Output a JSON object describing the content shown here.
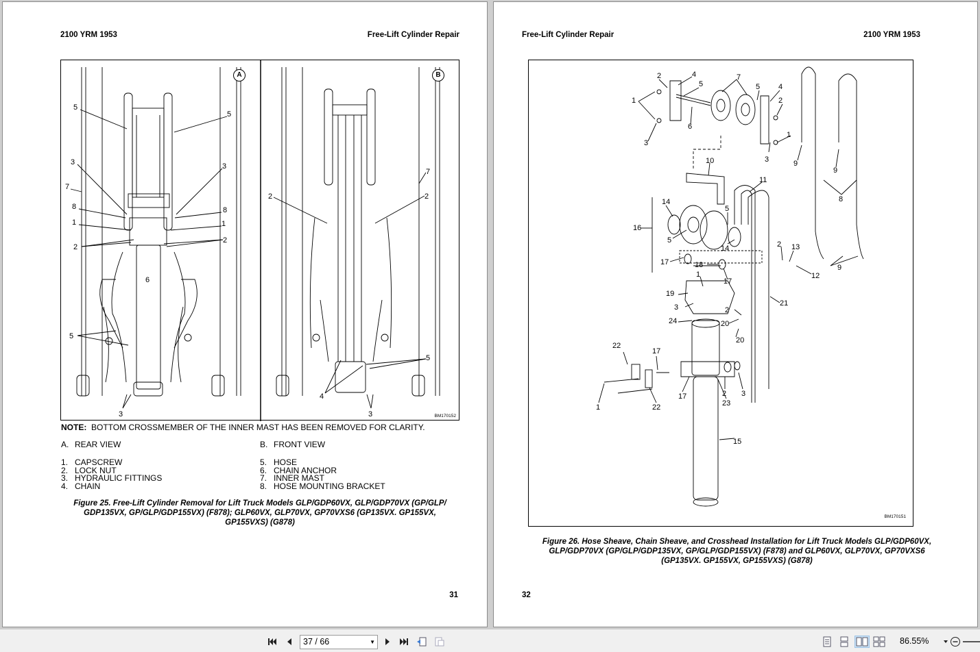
{
  "left_page": {
    "header_left": "2100 YRM 1953",
    "header_right": "Free-Lift Cylinder Repair",
    "figure": {
      "view_a_callout": "A",
      "view_b_callout": "B",
      "code": "BM170152",
      "view_a_labels": [
        "5",
        "5",
        "3",
        "3",
        "7",
        "8",
        "8",
        "1",
        "1",
        "2",
        "2",
        "6",
        "5",
        "3"
      ],
      "view_b_labels": [
        "7",
        "2",
        "2",
        "5",
        "4",
        "3"
      ]
    },
    "note_label": "NOTE:",
    "note_text": "BOTTOM CROSSMEMBER OF THE INNER MAST HAS BEEN REMOVED FOR CLARITY.",
    "view_a": {
      "num": "A.",
      "text": "REAR VIEW"
    },
    "view_b": {
      "num": "B.",
      "text": "FRONT VIEW"
    },
    "legend_col1": [
      {
        "num": "1.",
        "text": "CAPSCREW"
      },
      {
        "num": "2.",
        "text": "LOCK NUT"
      },
      {
        "num": "3.",
        "text": "HYDRAULIC FITTINGS"
      },
      {
        "num": "4.",
        "text": "CHAIN"
      }
    ],
    "legend_col2": [
      {
        "num": "5.",
        "text": "HOSE"
      },
      {
        "num": "6.",
        "text": "CHAIN ANCHOR"
      },
      {
        "num": "7.",
        "text": "INNER MAST"
      },
      {
        "num": "8.",
        "text": "HOSE MOUNTING BRACKET"
      }
    ],
    "caption_line1": "Figure 25. Free-Lift Cylinder Removal for Lift Truck Models GLP/GDP60VX, GLP/GDP70VX (GP/GLP/",
    "caption_line2": "GDP135VX, GP/GLP/GDP155VX) (F878); GLP60VX, GLP70VX, GP70VXS6 (GP135VX. GP155VX,",
    "caption_line3": "GP155VXS) (G878)",
    "page_number": "31"
  },
  "right_page": {
    "header_left": "Free-Lift Cylinder Repair",
    "header_right": "2100 YRM 1953",
    "figure": {
      "code": "BM170151",
      "labels": [
        "2",
        "4",
        "7",
        "5",
        "5",
        "4",
        "1",
        "2",
        "6",
        "1",
        "3",
        "3",
        "9",
        "9",
        "8",
        "10",
        "11",
        "14",
        "5",
        "16",
        "5",
        "14",
        "2",
        "13",
        "17",
        "18",
        "17",
        "12",
        "9",
        "1",
        "19",
        "3",
        "21",
        "2",
        "20",
        "24",
        "20",
        "22",
        "17",
        "2",
        "3",
        "1",
        "22",
        "17",
        "23",
        "15"
      ]
    },
    "caption_line1": "Figure 26. Hose Sheave, Chain Sheave, and Crosshead Installation for Lift Truck Models GLP/GDP60VX,",
    "caption_line2": "GLP/GDP70VX (GP/GLP/GDP135VX, GP/GLP/GDP155VX) (F878) and GLP60VX, GLP70VX, GP70VXS6",
    "caption_line3": "(GP135VX. GP155VX, GP155VXS) (G878)",
    "page_number": "32"
  },
  "toolbar": {
    "page_field": "37 / 66",
    "zoom": "86.55%",
    "icons": [
      "first-page-icon",
      "previous-page-icon",
      "next-page-icon",
      "last-page-icon",
      "previous-view-icon",
      "next-view-icon",
      "single-page-view-icon",
      "continuous-view-icon",
      "facing-view-icon",
      "continuous-facing-view-icon",
      "zoom-dropdown-icon",
      "zoom-out-icon",
      "zoom-slider"
    ]
  }
}
